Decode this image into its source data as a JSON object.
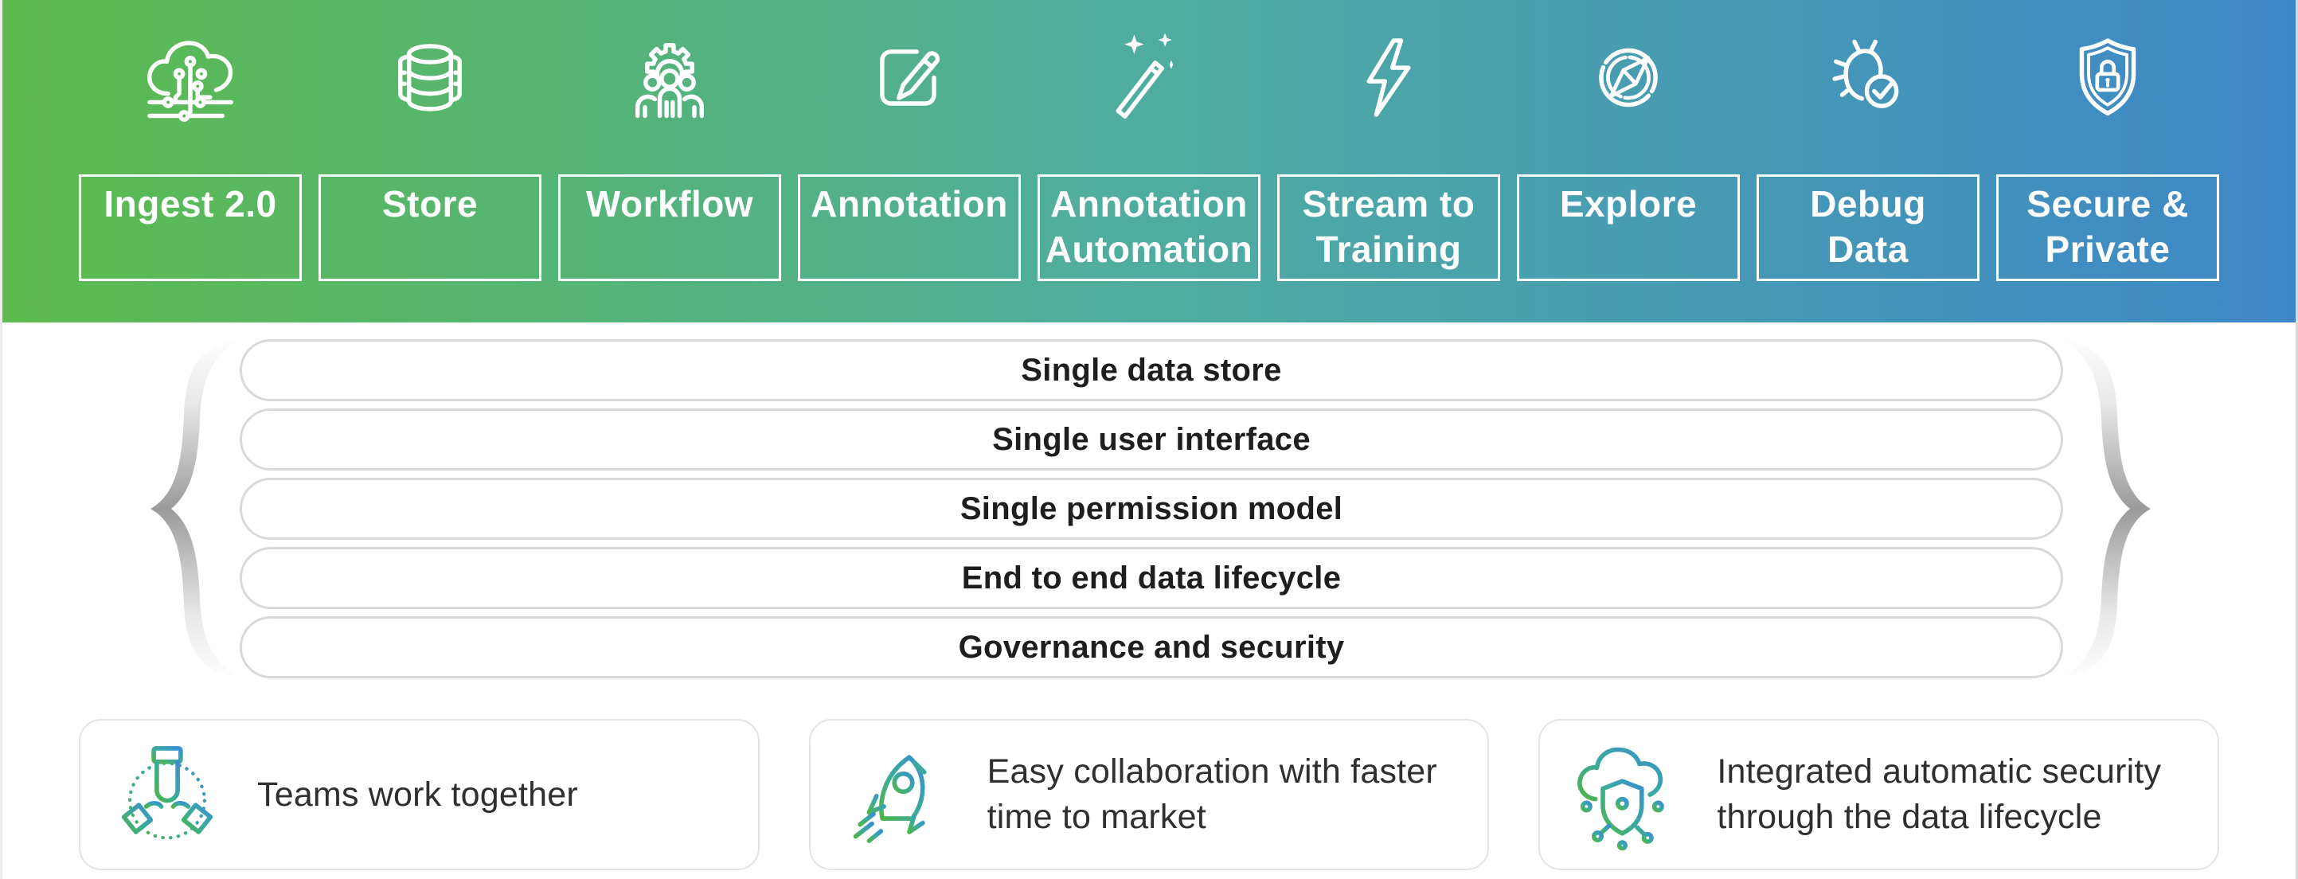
{
  "banner": {
    "gradient": {
      "from": "#5cbb4c",
      "mid": "#4fada0",
      "to": "#3d87c8"
    },
    "features": [
      {
        "label": "Ingest 2.0",
        "icon": "cloud-circuit-icon"
      },
      {
        "label": "Store",
        "icon": "database-icon"
      },
      {
        "label": "Workflow",
        "icon": "team-gear-icon"
      },
      {
        "label": "Annotation",
        "icon": "edit-pencil-icon"
      },
      {
        "label": "Annotation\nAutomation",
        "icon": "magic-wand-icon"
      },
      {
        "label": "Stream to\nTraining",
        "icon": "lightning-icon"
      },
      {
        "label": "Explore",
        "icon": "compass-icon"
      },
      {
        "label": "Debug\nData",
        "icon": "bug-check-icon"
      },
      {
        "label": "Secure &\nPrivate",
        "icon": "shield-lock-icon"
      }
    ]
  },
  "capabilities": [
    "Single data store",
    "Single user interface",
    "Single permission model",
    "End to end data lifecycle",
    "Governance and security"
  ],
  "benefits": [
    {
      "text": "Teams work together",
      "icon": "hands-together-icon"
    },
    {
      "text": "Easy collaboration with faster\ntime to market",
      "icon": "rocket-icon"
    },
    {
      "text": "Integrated automatic security\nthrough the data lifecycle",
      "icon": "secure-cloud-icon"
    }
  ],
  "colors": {
    "icon_gradient_green": "#4eb54a",
    "icon_gradient_blue": "#3a8fd2",
    "pill_border": "#d9d9d9",
    "pill_text": "#1e1e1e",
    "card_border": "#e4e4e4",
    "card_text": "#2f2f2f"
  }
}
